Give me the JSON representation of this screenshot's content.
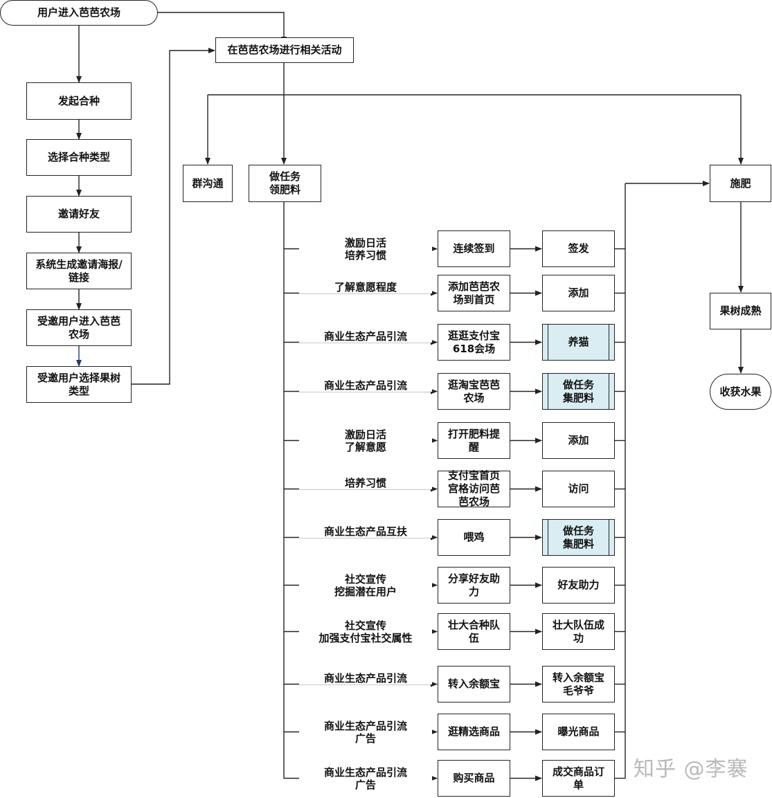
{
  "nodes": {
    "start": "用户进入芭芭农场",
    "activity": "在芭芭农场进行相关活动",
    "initiate": "发起合种",
    "choose_type": "选择合种类型",
    "invite": "邀请好友",
    "generate_poster": "系统生成邀请海报/\n链接",
    "invitee_enter": "受邀用户进入芭芭\n农场",
    "invitee_choose": "受邀用户选择果树\n类型",
    "group_chat": "群沟通",
    "tasks": "做任务\n领肥料",
    "fertilize": "施肥",
    "tree_mature": "果树成熟",
    "harvest": "收获水果"
  },
  "task_rows": [
    {
      "purpose": "激励日活\n培养习惯",
      "task": "连续签到",
      "result": "签发",
      "result_style": "plain"
    },
    {
      "purpose": "了解意愿程度",
      "task": "添加芭芭农\n场到首页",
      "result": "添加",
      "result_style": "plain"
    },
    {
      "purpose": "商业生态产品引流",
      "task": "逛逛支付宝\n618会场",
      "result": "养猫",
      "result_style": "sub"
    },
    {
      "purpose": "商业生态产品引流",
      "task": "逛淘宝芭芭\n农场",
      "result": "做任务\n集肥料",
      "result_style": "sub"
    },
    {
      "purpose": "激励日活\n了解意愿",
      "task": "打开肥料提\n醒",
      "result": "添加",
      "result_style": "plain"
    },
    {
      "purpose": "培养习惯",
      "task": "支付宝首页\n宫格访问芭\n芭农场",
      "result": "访问",
      "result_style": "plain"
    },
    {
      "purpose": "商业生态产品互扶",
      "task": "喂鸡",
      "result": "做任务\n集肥料",
      "result_style": "sub"
    },
    {
      "purpose": "社交宣传\n挖掘潜在用户",
      "task": "分享好友助\n力",
      "result": "好友助力",
      "result_style": "plain"
    },
    {
      "purpose": "社交宣传\n加强支付宝社交属性",
      "task": "壮大合种队\n伍",
      "result": "壮大队伍成\n功",
      "result_style": "plain"
    },
    {
      "purpose": "商业生态产品引流",
      "task": "转入余额宝",
      "result": "转入余额宝\n毛爷爷",
      "result_style": "plain"
    },
    {
      "purpose": "商业生态产品引流\n广告",
      "task": "逛精选商品",
      "result": "曝光商品",
      "result_style": "plain"
    },
    {
      "purpose": "商业生态产品引流\n广告",
      "task": "购买商品",
      "result": "成交商品订\n单",
      "result_style": "plain"
    }
  ],
  "watermark": "知乎 @李褰",
  "colors": {
    "line": "#222222",
    "sub_fill": "#d9edf3",
    "invite_arrow": "#1f3a6b",
    "watermark": "#b9b9b9"
  }
}
